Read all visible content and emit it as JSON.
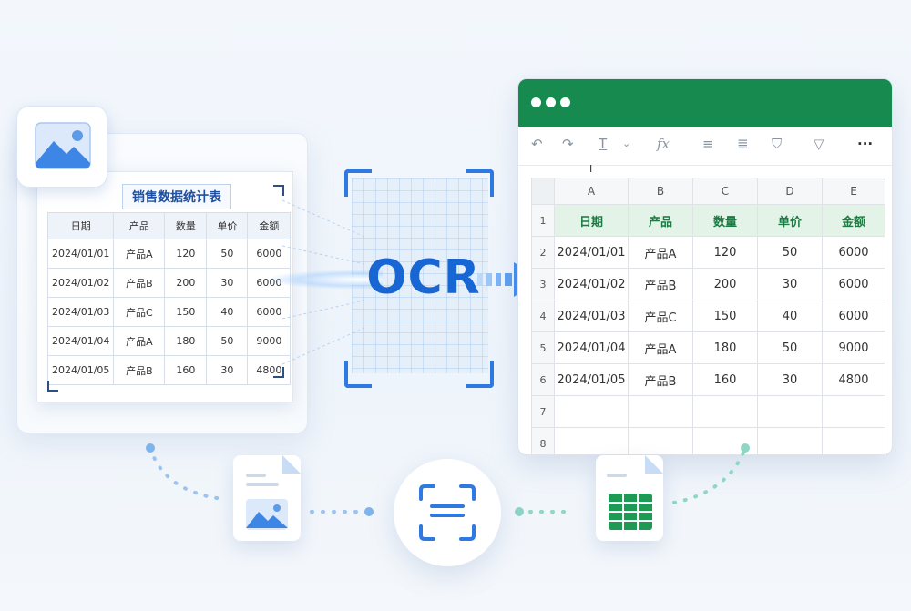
{
  "source_card": {
    "title": "销售数据统计表",
    "headers": [
      "日期",
      "产品",
      "数量",
      "单价",
      "金额"
    ],
    "rows": [
      [
        "2024/01/01",
        "产品A",
        "120",
        "50",
        "6000"
      ],
      [
        "2024/01/02",
        "产品B",
        "200",
        "30",
        "6000"
      ],
      [
        "2024/01/03",
        "产品C",
        "150",
        "40",
        "6000"
      ],
      [
        "2024/01/04",
        "产品A",
        "180",
        "50",
        "9000"
      ],
      [
        "2024/01/05",
        "产品B",
        "160",
        "30",
        "4800"
      ]
    ]
  },
  "ocr": {
    "label": "OCR"
  },
  "spreadsheet": {
    "toolbar": {
      "formula_icon": "fx",
      "more_icon": "···",
      "cursor_glyph": "I"
    },
    "column_letters": [
      "A",
      "B",
      "C",
      "D",
      "E"
    ],
    "row_numbers": [
      "1",
      "2",
      "3",
      "4",
      "5",
      "6",
      "7",
      "8"
    ],
    "headers": [
      "日期",
      "产品",
      "数量",
      "单价",
      "金额"
    ],
    "rows": [
      [
        "2024/01/01",
        "产品A",
        "120",
        "50",
        "6000"
      ],
      [
        "2024/01/02",
        "产品B",
        "200",
        "30",
        "6000"
      ],
      [
        "2024/01/03",
        "产品C",
        "150",
        "40",
        "6000"
      ],
      [
        "2024/01/04",
        "产品A",
        "180",
        "50",
        "9000"
      ],
      [
        "2024/01/05",
        "产品B",
        "160",
        "30",
        "4800"
      ]
    ],
    "colors": {
      "title_bar": "#168a4f",
      "header_fill": "#e3f3e8",
      "header_text": "#1d7a42"
    }
  },
  "colors": {
    "accent": "#1766d4"
  }
}
